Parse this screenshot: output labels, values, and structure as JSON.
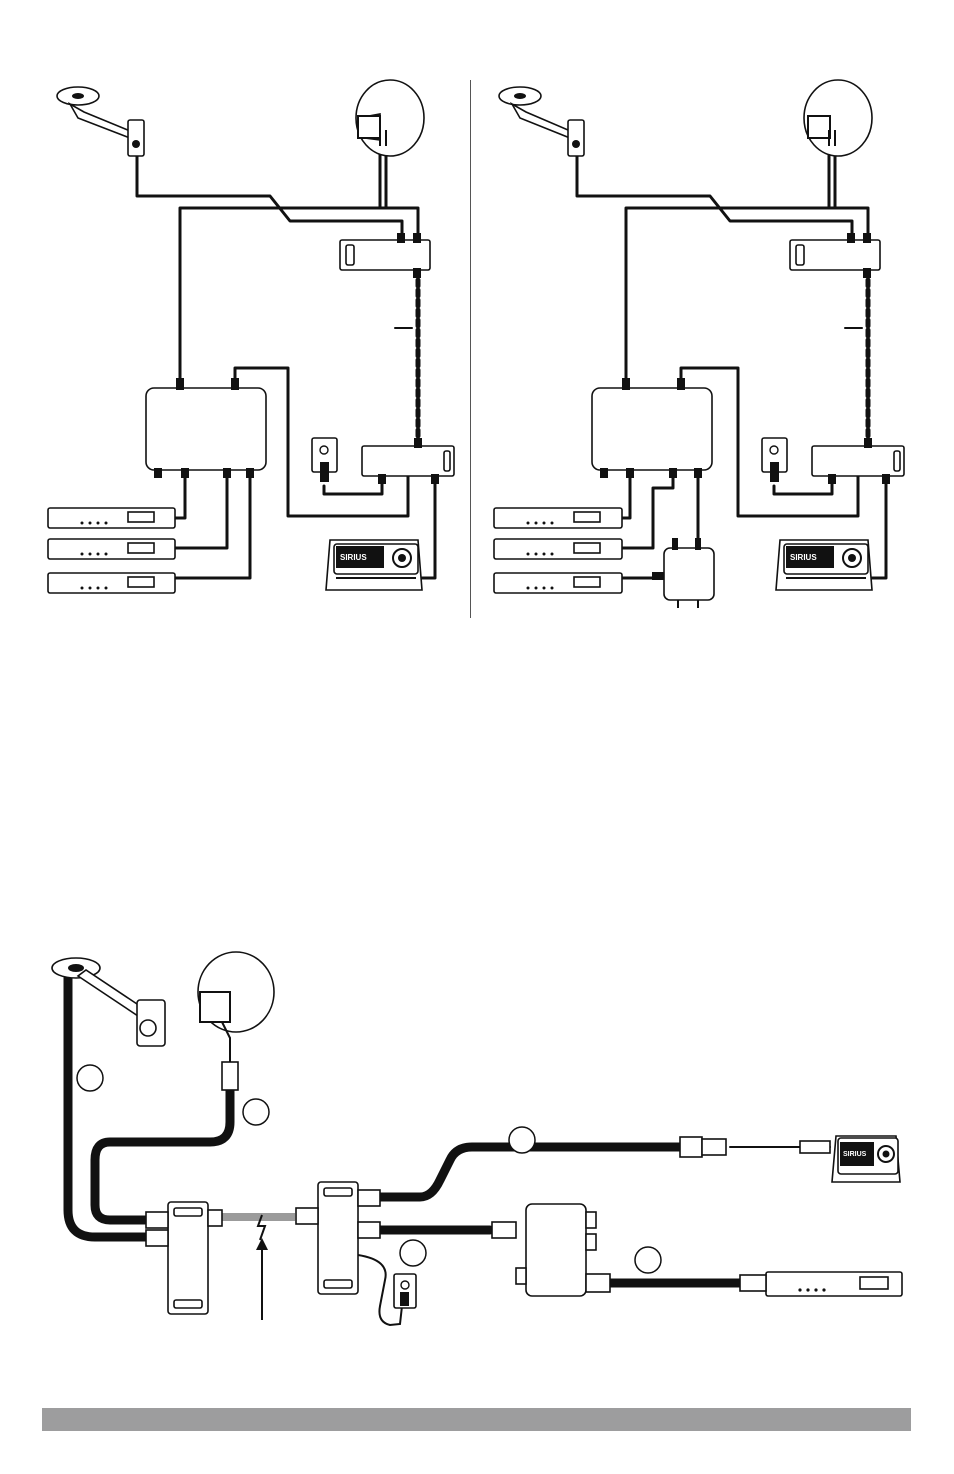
{
  "brand": {
    "receiver_logo_text": "SIRIUS"
  },
  "colors": {
    "cable": "#111111",
    "footer_bar": "#9d9d9e",
    "background": "#ffffff",
    "divider": "#555555"
  },
  "diagrams": [
    {
      "id": "top-left-diagram",
      "components": [
        "sirius-antenna-icon",
        "satellite-dish-icon",
        "diplexer-icon",
        "multiswitch-icon",
        "satellite-receiver-icon",
        "power-outlet-icon",
        "sirius-radio-icon"
      ],
      "receivers": 3
    },
    {
      "id": "top-right-diagram",
      "components": [
        "sirius-antenna-icon",
        "satellite-dish-icon",
        "diplexer-icon",
        "multiswitch-icon",
        "satellite-receiver-icon",
        "power-injector-icon",
        "power-outlet-icon",
        "sirius-radio-icon"
      ],
      "receivers": 3
    },
    {
      "id": "bottom-diagram",
      "components": [
        "sirius-antenna-icon",
        "satellite-dish-icon",
        "diplexer-icon",
        "splitter-icon",
        "power-outlet-icon",
        "multiswitch-icon",
        "satellite-receiver-icon",
        "sirius-radio-icon"
      ],
      "receivers": 1
    }
  ]
}
